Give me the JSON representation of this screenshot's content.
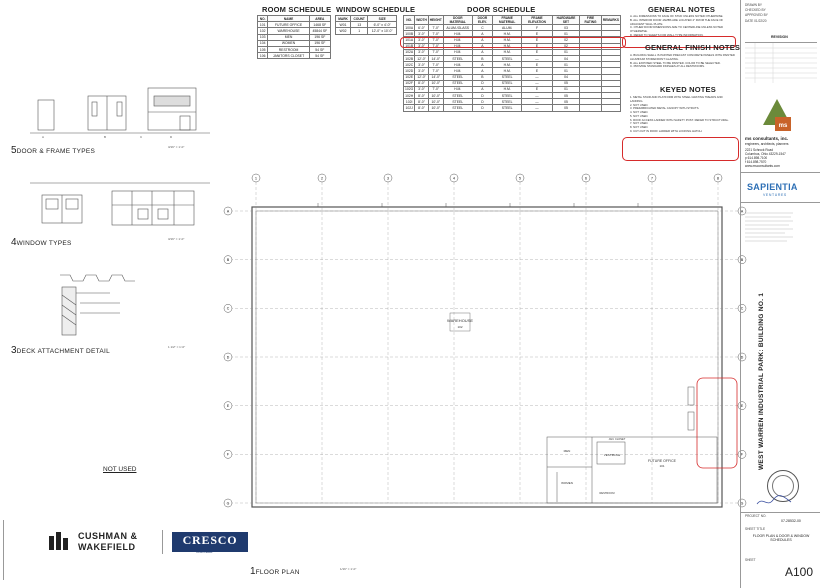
{
  "room_schedule": {
    "title": "ROOM SCHEDULE",
    "headers": [
      "NO.",
      "NAME",
      "AREA"
    ],
    "rows": [
      [
        "101",
        "FUTURE OFFICE",
        "1468 SF"
      ],
      [
        "102",
        "WAREHOUSE",
        "45844 SF"
      ],
      [
        "103",
        "MEN",
        "196 SF"
      ],
      [
        "104",
        "WOMEN",
        "196 SF"
      ],
      [
        "105",
        "RESTROOM",
        "54 SF"
      ],
      [
        "106",
        "JANITORS CLOSET",
        "54 SF"
      ]
    ]
  },
  "window_schedule": {
    "title": "WINDOW SCHEDULE",
    "headers": [
      "MARK",
      "COUNT",
      "SIZE"
    ],
    "rows": [
      [
        "W01",
        "13",
        "6'-0\" x 4'-0\""
      ],
      [
        "W02",
        "1",
        "12'-0\" x 10'-0\""
      ]
    ]
  },
  "door_schedule": {
    "title": "DOOR SCHEDULE",
    "headers": [
      "NO.",
      "WIDTH",
      "HEIGHT",
      "DOOR MATERIAL",
      "DOOR ELEV.",
      "FRAME MATERIAL",
      "FRAME ELEVATION",
      "HARDWARE SET",
      "FIRE RATING",
      "REMARKS"
    ],
    "rows": [
      [
        "100A",
        "6'-0\"",
        "7'-0\"",
        "ALUM./GLASS",
        "C",
        "ALUM.",
        "F",
        "03",
        "",
        ""
      ],
      [
        "100B",
        "3'-0\"",
        "7'-0\"",
        "H.M.",
        "A",
        "H.M.",
        "E",
        "01",
        "",
        ""
      ],
      [
        "101A",
        "3'-0\"",
        "7'-0\"",
        "H.M.",
        "A",
        "H.M.",
        "E",
        "02",
        "",
        ""
      ],
      [
        "101B",
        "3'-0\"",
        "7'-0\"",
        "H.M.",
        "A",
        "H.M.",
        "E",
        "02",
        "",
        ""
      ],
      [
        "102A",
        "3'-0\"",
        "7'-0\"",
        "H.M.",
        "A",
        "H.M.",
        "E",
        "01",
        "",
        ""
      ],
      [
        "102B",
        "12'-0\"",
        "14'-0\"",
        "STEEL",
        "B",
        "STEEL",
        "—",
        "04",
        "",
        ""
      ],
      [
        "102C",
        "3'-0\"",
        "7'-0\"",
        "H.M.",
        "A",
        "H.M.",
        "E",
        "01",
        "",
        ""
      ],
      [
        "102D",
        "3'-0\"",
        "7'-0\"",
        "H.M.",
        "A",
        "H.M.",
        "E",
        "01",
        "",
        ""
      ],
      [
        "102E",
        "12'-0\"",
        "14'-0\"",
        "STEEL",
        "B",
        "STEEL",
        "—",
        "04",
        "",
        ""
      ],
      [
        "102F",
        "8'-0\"",
        "10'-0\"",
        "STEEL",
        "D",
        "STEEL",
        "—",
        "05",
        "",
        ""
      ],
      [
        "102G",
        "3'-0\"",
        "7'-0\"",
        "H.M.",
        "A",
        "H.M.",
        "E",
        "01",
        "",
        ""
      ],
      [
        "102H",
        "8'-0\"",
        "10'-0\"",
        "STEEL",
        "D",
        "STEEL",
        "—",
        "05",
        "",
        ""
      ],
      [
        "102I",
        "8'-0\"",
        "10'-0\"",
        "STEEL",
        "D",
        "STEEL",
        "—",
        "05",
        "",
        ""
      ],
      [
        "102J",
        "8'-0\"",
        "10'-0\"",
        "STEEL",
        "D",
        "STEEL",
        "—",
        "05",
        "",
        ""
      ]
    ]
  },
  "notes": {
    "general_title": "GENERAL NOTES",
    "general_items": [
      "A. ALL DIMENSIONS TO FACE OF STUD UNLESS NOTED OTHERWISE.",
      "B. ALL INTERIOR DOOR JAMBS ARE LOCATED 4\" FROM THE FACE OF ADJACENT WALL PLATE.",
      "C. OTHER DOOR DIMENSIONS ARE TO CENTERLINE UNLESS NOTED OTHERWISE.",
      "D. REFER TO SHEETS FOR WALL TYPE INFORMATION."
    ],
    "finish_title": "GENERAL FINISH NOTES",
    "finish_items": [
      "A. BUILDING SHELL IS PAINTED PRECAST CONCRETE PANELS WITH PAINTED ALUMINUM STOREFRONT GLAZING.",
      "B. ALL EXPOSED STEEL TO BE PAINTED. COLOR TO BE SELECTED.",
      "C. PROVIDE STANDARD FINISHES AT ALL RESTROOMS."
    ],
    "keyed_title": "KEYED NOTES",
    "keyed_items": [
      "1. METAL STAIR AND PLATFORM WITH STEEL GRATING TREADS AND LANDING.",
      "2. NOT USED.",
      "3. PREFABRICATED METAL CANOPY WITH STRUTS.",
      "4. NOT USED.",
      "5. NOT USED.",
      "6. ROOF ACCESS LADDER WITH SAFETY POST. REFER TO STRUCTURAL.",
      "7. NOT USED.",
      "8. NOT USED.",
      "9. CUT-OUT IN ROOF LADDER WITH LOCKING HATCH."
    ]
  },
  "drawings": {
    "door_frame_types": {
      "num": "5",
      "title": "DOOR & FRAME TYPES",
      "scale": "3/16\" = 1'-0\""
    },
    "window_types": {
      "num": "4",
      "title": "WINDOW TYPES",
      "scale": "3/16\" = 1'-0\""
    },
    "deck_attachment": {
      "num": "3",
      "title": "DECK ATTACHMENT DETAIL",
      "scale": "1 1/2\" = 1'-0\""
    },
    "floor_plan": {
      "num": "1",
      "title": "FLOOR PLAN",
      "scale": "1/16\" = 1'-0\""
    },
    "not_used": "NOT USED"
  },
  "plan_labels": {
    "warehouse": "WAREHOUSE",
    "warehouse_no": "102",
    "future_office": "FUTURE OFFICE",
    "future_office_no": "101",
    "men": "MEN",
    "women": "WOMEN",
    "vestibule": "VESTIBULE",
    "restroom": "RESTROOM",
    "janitors": "JAN. CLOSET",
    "grid_cols": [
      "1",
      "2",
      "3",
      "4",
      "5",
      "6",
      "7",
      "8"
    ],
    "grid_rows": [
      "A",
      "B",
      "C",
      "D",
      "E",
      "F",
      "G"
    ]
  },
  "logos": {
    "cushman_line1": "CUSHMAN &",
    "cushman_line2": "WAKEFIELD",
    "cresco": "CRESCO",
    "cresco_sub": "Real Estate"
  },
  "title_block": {
    "firm_name": "ms consultants, inc.",
    "firm_tagline": "engineers, architects, planners",
    "firm_address1": "2221 Schrock Road",
    "firm_address2": "Columbus, Ohio 43229-1547",
    "firm_phone": "p 614.898.7100",
    "firm_fax": "f 614.898.7570",
    "firm_web": "www.msconsultants.com",
    "client": "SAPIENTIA",
    "client_sub": "VENTURES",
    "project_title": "WEST WARREN INDUSTRIAL PARK: BUILDING NO. 1",
    "revision_label": "REVISION",
    "sheet_title_label": "SHEET TITLE",
    "sheet_title": "FLOOR PLAN & DOOR & WINDOW SCHEDULES",
    "project_no_label": "PROJECT NO.",
    "project_no": "07-28532-00",
    "sheet_label": "SHEET",
    "sheet_no": "A100",
    "date_label": "DATE",
    "date": "01/22/20"
  },
  "colors": {
    "redline": "#d62b2b",
    "linework": "#555555",
    "logo_green": "#6b8a3a",
    "logo_orange": "#c8632a",
    "cresco_blue": "#1f3a6e",
    "sapientia_blue": "#2d6fb5"
  }
}
